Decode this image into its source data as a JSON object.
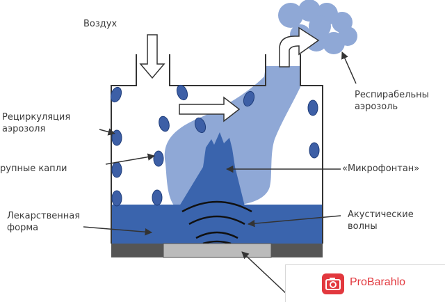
{
  "labels": {
    "air": "Воздух",
    "recirculation": "Рециркуляция\nаэрозоля",
    "large_drops": "рупные капли",
    "drug_form": "Лекарственная\nформа",
    "respirable": "Респирабельны\nаэрозоль",
    "microfountain": "«Микрофонтан»",
    "acoustic": "Акустические\nволны"
  },
  "watermark": {
    "text": "ProBarahlo",
    "icon": "camera-icon"
  },
  "colors": {
    "liquid": "#3a64ad",
    "mist": "#8fa8d6",
    "drops": "#3d5fa6",
    "outline": "#333333",
    "base": "#555555",
    "plate": "#b9b9b9",
    "brand": "#e2383e"
  }
}
